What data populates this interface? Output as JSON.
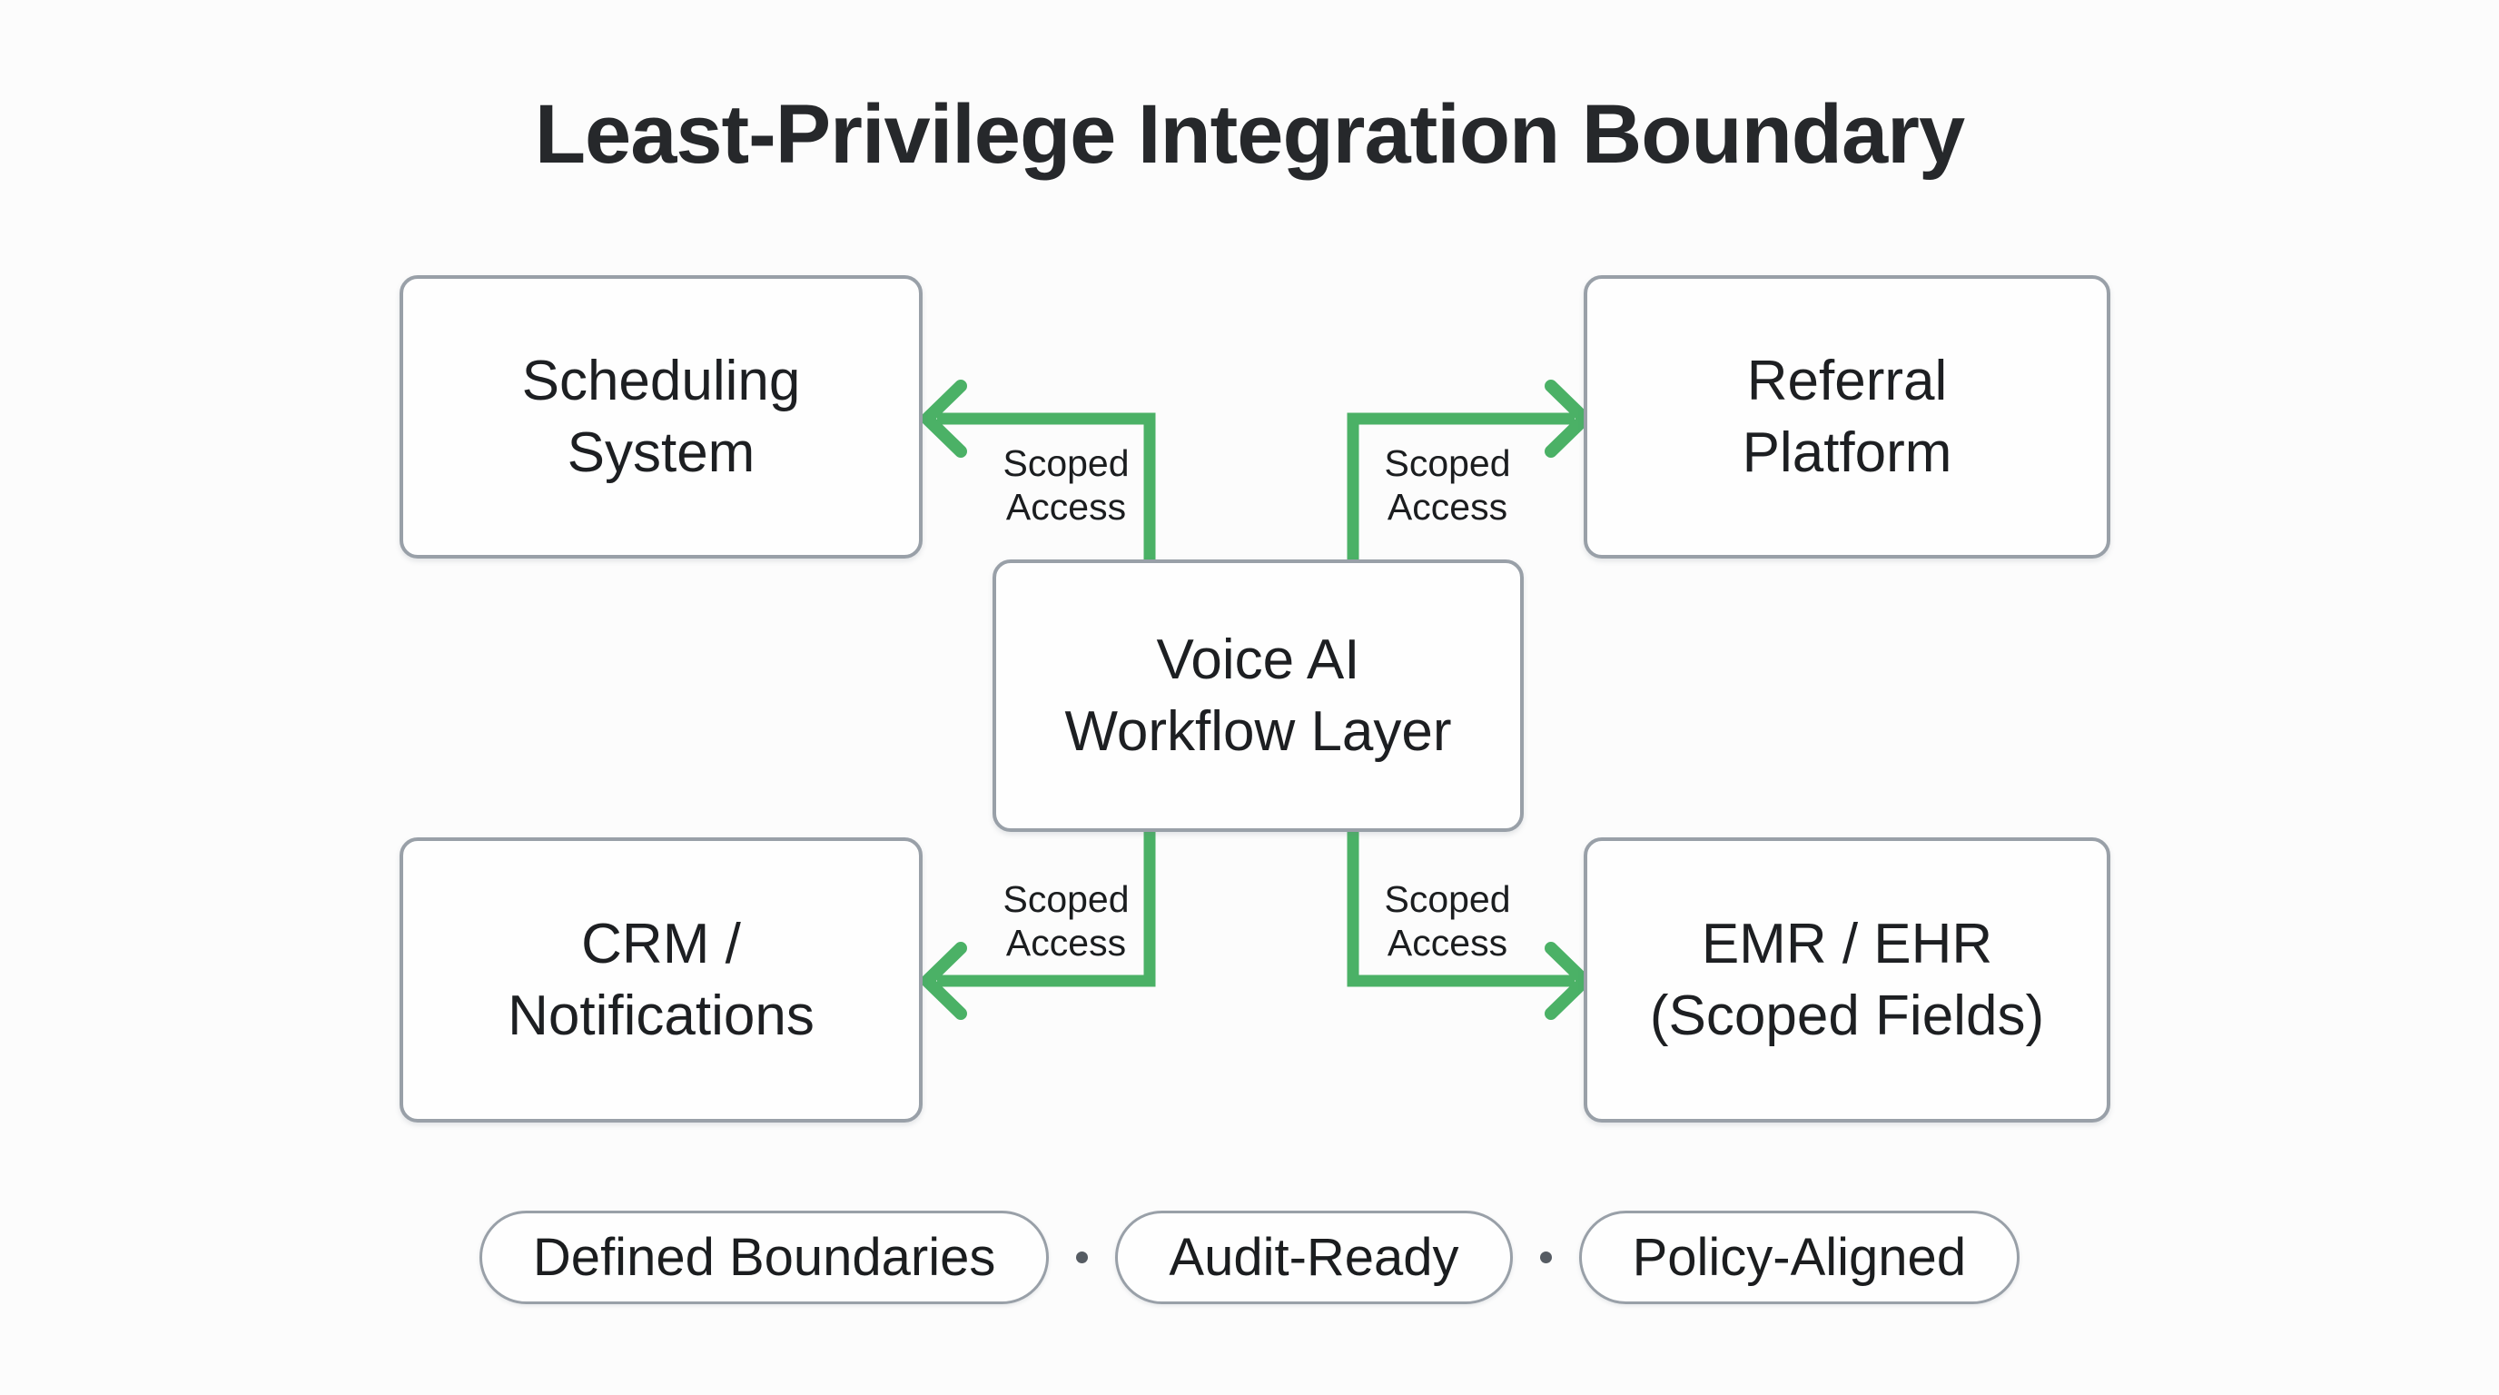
{
  "title": "Least-Privilege Integration Boundary",
  "nodes": {
    "scheduling": {
      "label": "Scheduling\nSystem"
    },
    "referral": {
      "label": "Referral\nPlatform"
    },
    "center": {
      "label": "Voice AI\nWorkflow Layer"
    },
    "crm": {
      "label": "CRM /\nNotifications"
    },
    "emr": {
      "label": "EMR / EHR\n(Scoped Fields)"
    }
  },
  "connectors": {
    "top_left": {
      "label": "Scoped\nAccess"
    },
    "top_right": {
      "label": "Scoped\nAccess"
    },
    "bottom_left": {
      "label": "Scoped\nAccess"
    },
    "bottom_right": {
      "label": "Scoped\nAccess"
    }
  },
  "badges": {
    "separator": "·",
    "items": [
      {
        "label": "Defined Boundaries"
      },
      {
        "label": "Audit-Ready"
      },
      {
        "label": "Policy-Aligned"
      }
    ]
  },
  "colors": {
    "arrow_green": "#4bb166",
    "box_border": "#99a0a8",
    "box_fill": "#fefefe",
    "text": "#1d1f22",
    "title": "#26282b",
    "background": "#fcfcfc",
    "dot": "#565c63"
  }
}
